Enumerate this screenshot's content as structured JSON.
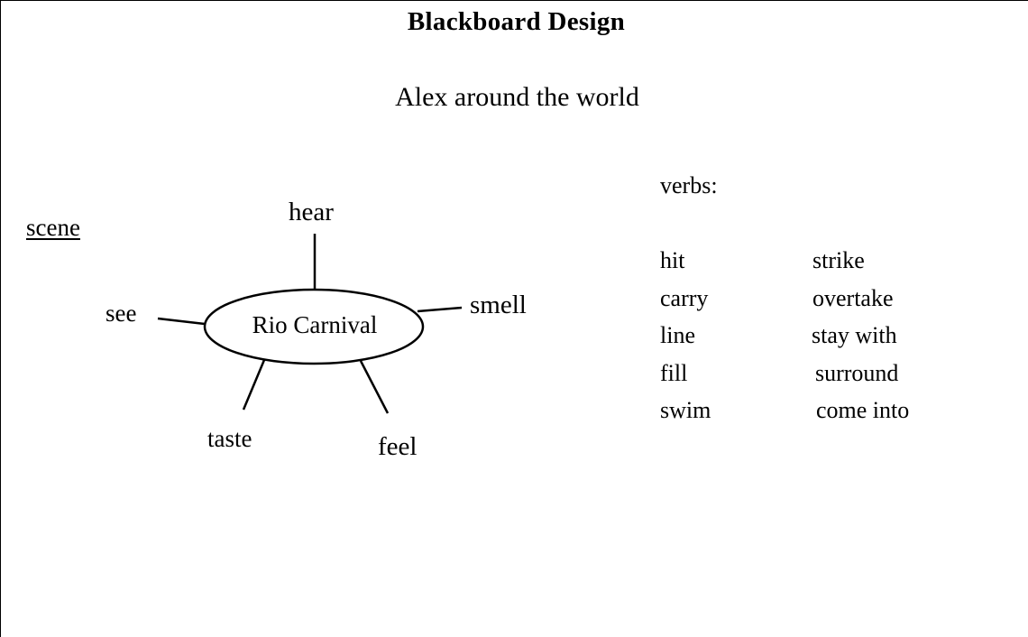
{
  "page": {
    "title": "Blackboard Design",
    "subtitle": "Alex around the world"
  },
  "mindmap": {
    "label": "scene",
    "center": "Rio Carnival",
    "senses": [
      "hear",
      "smell",
      "see",
      "taste",
      "feel"
    ]
  },
  "verbs": {
    "heading": "verbs:",
    "pairs": [
      [
        "hit",
        "strike"
      ],
      [
        "carry",
        "overtake"
      ],
      [
        "line",
        "stay with"
      ],
      [
        "fill",
        "surround"
      ],
      [
        "swim",
        "come into"
      ]
    ]
  }
}
